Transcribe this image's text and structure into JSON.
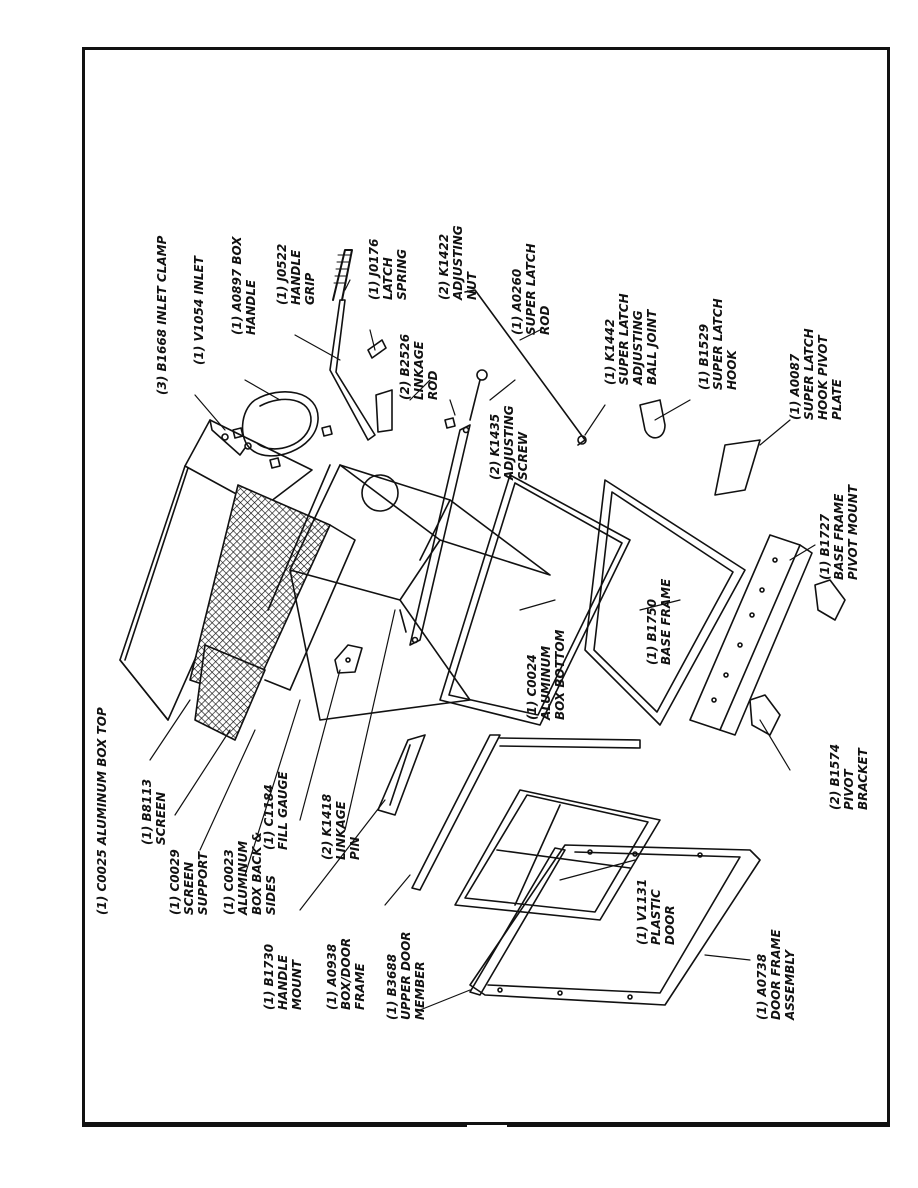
{
  "diagram": {
    "parts": [
      {
        "id": "box-top",
        "lines": [
          "(1) C0025 ALUMINUM BOX TOP"
        ]
      },
      {
        "id": "screen",
        "lines": [
          "(1) B8113",
          "SCREEN"
        ]
      },
      {
        "id": "screen-support",
        "lines": [
          "(1) C0029",
          "SCREEN",
          "SUPPORT"
        ]
      },
      {
        "id": "box-back-sides",
        "lines": [
          "(1) C0023",
          "ALUMINUM",
          "BOX BACK &",
          "SIDES"
        ]
      },
      {
        "id": "fill-gauge",
        "lines": [
          "(1) C1184",
          "FILL GAUGE"
        ]
      },
      {
        "id": "linkage-pin",
        "lines": [
          "(2) K1418",
          "LINKAGE",
          "PIN"
        ]
      },
      {
        "id": "handle-mount",
        "lines": [
          "(1) B1730",
          "HANDLE",
          "MOUNT"
        ]
      },
      {
        "id": "box-door-frame",
        "lines": [
          "(1) A0938",
          "BOX/DOOR",
          "FRAME"
        ]
      },
      {
        "id": "upper-door-member",
        "lines": [
          "(1) B3688",
          "UPPER DOOR",
          "MEMBER"
        ]
      },
      {
        "id": "plastic-door",
        "lines": [
          "(1) V1131",
          "PLASTIC",
          "DOOR"
        ]
      },
      {
        "id": "door-frame-assembly",
        "lines": [
          "(1) A0738",
          "DOOR FRAME",
          "ASSEMBLY"
        ]
      },
      {
        "id": "box-bottom",
        "lines": [
          "(1) C0024",
          "ALUMINUM",
          "BOX BOTTOM"
        ]
      },
      {
        "id": "base-frame",
        "lines": [
          "(1) B1750",
          "BASE FRAME"
        ]
      },
      {
        "id": "pivot-bracket",
        "lines": [
          "(2) B1574",
          "PIVOT",
          "BRACKET"
        ]
      },
      {
        "id": "base-frame-pivot-mount",
        "lines": [
          "(1) B1727",
          "BASE FRAME",
          "PIVOT MOUNT"
        ]
      },
      {
        "id": "hook-pivot-plate",
        "lines": [
          "(1) A0087",
          "SUPER LATCH",
          "HOOK PIVOT",
          "PLATE"
        ]
      },
      {
        "id": "super-latch-hook",
        "lines": [
          "(1) B1529",
          "SUPER LATCH",
          "HOOK"
        ]
      },
      {
        "id": "adjusting-ball-joint",
        "lines": [
          "(1) K1442",
          "SUPER LATCH",
          "ADJUSTING",
          "BALL JOINT"
        ]
      },
      {
        "id": "super-latch-rod",
        "lines": [
          "(1) A0260",
          "SUPER LATCH",
          "ROD"
        ]
      },
      {
        "id": "adjusting-nut",
        "lines": [
          "(2) K1422",
          "ADJUSTING",
          "NUT"
        ]
      },
      {
        "id": "adjusting-screw",
        "lines": [
          "(2) K1435",
          "ADJUSTING",
          "SCREW"
        ]
      },
      {
        "id": "linkage-rod",
        "lines": [
          "(2) B2526",
          "LINKAGE",
          "ROD"
        ]
      },
      {
        "id": "latch-spring",
        "lines": [
          "(1) J0176",
          "LATCH",
          "SPRING"
        ]
      },
      {
        "id": "handle-grip",
        "lines": [
          "(1) J0522",
          "HANDLE",
          "GRIP"
        ]
      },
      {
        "id": "box-handle",
        "lines": [
          "(1) A0897 BOX",
          "HANDLE"
        ]
      },
      {
        "id": "inlet",
        "lines": [
          "(1) V1054 INLET"
        ]
      },
      {
        "id": "inlet-clamp",
        "lines": [
          "(3) B1668 INLET CLAMP"
        ]
      }
    ]
  }
}
